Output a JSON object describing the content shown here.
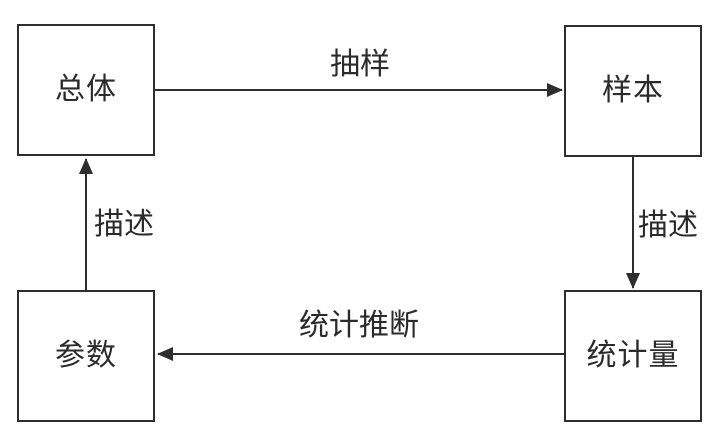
{
  "diagram": {
    "type": "flowchart",
    "nodes": [
      {
        "id": "population",
        "label": "总体",
        "position": "top-left"
      },
      {
        "id": "sample",
        "label": "样本",
        "position": "top-right"
      },
      {
        "id": "statistic",
        "label": "统计量",
        "position": "bottom-right"
      },
      {
        "id": "parameter",
        "label": "参数",
        "position": "bottom-left"
      }
    ],
    "edges": [
      {
        "id": "sampling",
        "from": "population",
        "to": "sample",
        "label": "抽样",
        "direction": "right"
      },
      {
        "id": "describe-sample",
        "from": "sample",
        "to": "statistic",
        "label": "描述",
        "direction": "down"
      },
      {
        "id": "statistical-inference",
        "from": "statistic",
        "to": "parameter",
        "label": "统计推断",
        "direction": "left"
      },
      {
        "id": "describe-parameter",
        "from": "parameter",
        "to": "population",
        "label": "描述",
        "direction": "up"
      }
    ],
    "colors": {
      "line": "#2e2e2e",
      "text": "#2b2b2b",
      "background": "#ffffff"
    }
  }
}
